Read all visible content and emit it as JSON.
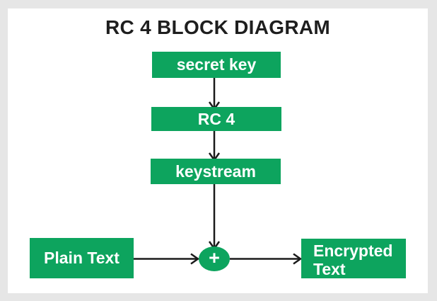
{
  "title": "RC 4 BLOCK DIAGRAM",
  "colors": {
    "page_bg": "#e6e6e6",
    "canvas_bg": "#ffffff",
    "title_color": "#1e1e1e",
    "node_green": "#0da45e",
    "node_text": "#ffffff",
    "arrow_color": "#1b1b1b"
  },
  "nodes": {
    "secret_key": {
      "label": "secret key"
    },
    "rc4": {
      "label": "RC 4"
    },
    "keystream": {
      "label": "keystream"
    },
    "plain_text": {
      "label": "Plain Text"
    },
    "xor": {
      "label": "+"
    },
    "encrypted_text": {
      "label": "Encrypted Text"
    }
  },
  "edges": [
    {
      "from": "secret key",
      "to": "RC 4"
    },
    {
      "from": "RC 4",
      "to": "keystream"
    },
    {
      "from": "keystream",
      "to": "+"
    },
    {
      "from": "Plain Text",
      "to": "+"
    },
    {
      "from": "+",
      "to": "Encrypted Text"
    }
  ]
}
